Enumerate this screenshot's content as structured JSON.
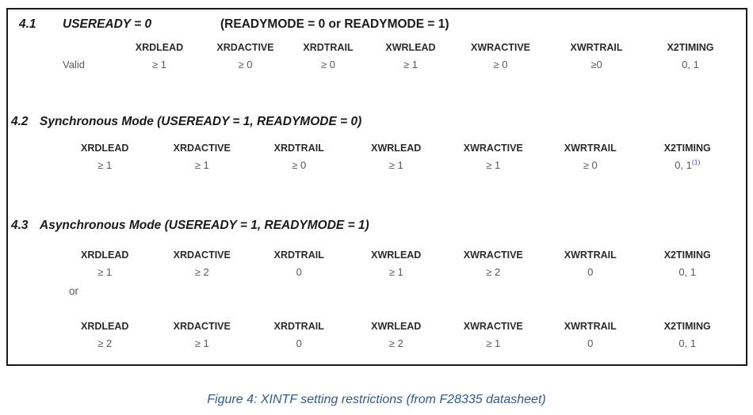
{
  "page": {
    "background": "#ffffff",
    "border_color": "#1a1a1a"
  },
  "columns": [
    "XRDLEAD",
    "XRDACTIVE",
    "XRDTRAIL",
    "XWRLEAD",
    "XWRACTIVE",
    "XWRTRAIL",
    "X2TIMING"
  ],
  "section_41": {
    "number": "4.1",
    "title": "USEREADY = 0",
    "condition": "(READYMODE = 0 or READYMODE = 1)",
    "row_label": "Valid",
    "values": [
      "≥ 1",
      "≥ 0",
      "≥ 0",
      "≥ 1",
      "≥ 0",
      "≥0",
      "0, 1"
    ]
  },
  "section_42": {
    "number": "4.2",
    "title": "Synchronous Mode (USEREADY = 1, READYMODE = 0)",
    "values": [
      "≥ 1",
      "≥ 1",
      "≥ 0",
      "≥ 1",
      "≥ 1",
      "≥ 0",
      "0, 1"
    ],
    "footnote_ref": "(1)",
    "footnote_color": "#3a3ac8"
  },
  "section_43": {
    "number": "4.3",
    "title": "Asynchronous Mode (USEREADY = 1, READYMODE = 1)",
    "row1_values": [
      "≥ 1",
      "≥ 2",
      "0",
      "≥ 1",
      "≥ 2",
      "0",
      "0, 1"
    ],
    "connector": "or",
    "row2_values": [
      "≥ 2",
      "≥ 1",
      "0",
      "≥ 2",
      "≥ 1",
      "0",
      "0, 1"
    ]
  },
  "caption": {
    "text": "Figure 4: XINTF setting restrictions (from F28335 datasheet)",
    "color": "#2E5C8A"
  }
}
